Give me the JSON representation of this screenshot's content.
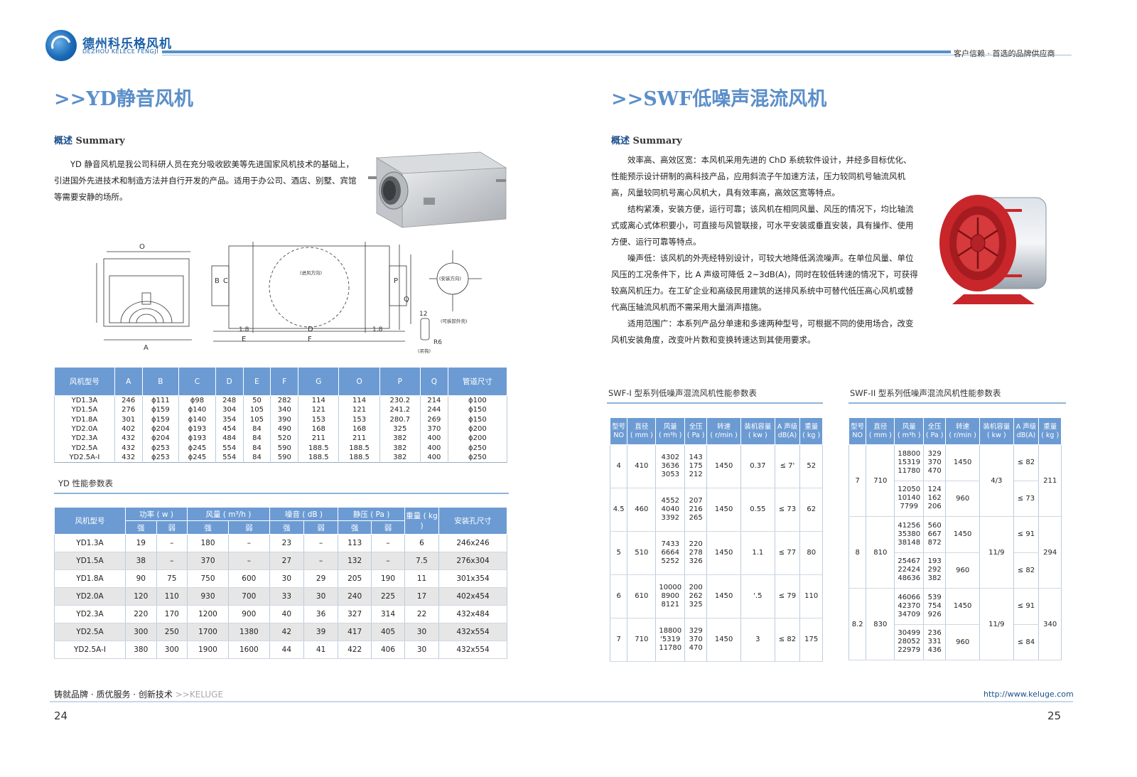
{
  "header": {
    "brand_cn": "德州科乐格风机",
    "brand_en": "DEZHOU KELECE FENGJI",
    "slogan": "客户信赖 · 首选的品牌供应商"
  },
  "left": {
    "title": ">>YD静音风机",
    "summary_cn": "概述",
    "summary_en": "Summary",
    "para": "YD 静音风机是我公司科研人员在充分吸收欧美等先进国家风机技术的基础上，引进国外先进技术和制造方法并自行开发的产品。适用于办公司、酒店、别墅、宾馆等需要安静的场所。",
    "dims_table": {
      "headers": [
        "风机型号",
        "A",
        "B",
        "C",
        "D",
        "E",
        "F",
        "G",
        "O",
        "P",
        "Q",
        "管道尺寸"
      ],
      "rows": [
        [
          "YD1.3A",
          "246",
          "ϕ111",
          "ϕ98",
          "248",
          "50",
          "282",
          "114",
          "114",
          "230.2",
          "214",
          "ϕ100"
        ],
        [
          "YD1.5A",
          "276",
          "ϕ159",
          "ϕ140",
          "304",
          "105",
          "340",
          "121",
          "121",
          "241.2",
          "244",
          "ϕ150"
        ],
        [
          "YD1.8A",
          "301",
          "ϕ159",
          "ϕ140",
          "354",
          "105",
          "390",
          "153",
          "153",
          "280.7",
          "269",
          "ϕ150"
        ],
        [
          "YD2.0A",
          "402",
          "ϕ204",
          "ϕ193",
          "454",
          "84",
          "490",
          "168",
          "168",
          "325",
          "370",
          "ϕ200"
        ],
        [
          "YD2.3A",
          "432",
          "ϕ204",
          "ϕ193",
          "484",
          "84",
          "520",
          "211",
          "211",
          "382",
          "400",
          "ϕ200"
        ],
        [
          "YD2.5A",
          "432",
          "ϕ253",
          "ϕ245",
          "554",
          "84",
          "590",
          "188.5",
          "188.5",
          "382",
          "400",
          "ϕ250"
        ],
        [
          "YD2.5A-I",
          "432",
          "ϕ253",
          "ϕ245",
          "554",
          "84",
          "590",
          "188.5",
          "188.5",
          "382",
          "400",
          "ϕ250"
        ]
      ]
    },
    "perf_caption": "YD 性能参数表",
    "perf_table": {
      "h_model": "风机型号",
      "h_power": "功率 ( w )",
      "h_flow": "风量 ( m³/h )",
      "h_noise": "噪音 ( dB )",
      "h_pressure": "静压 ( Pa )",
      "h_weight": "重量 ( kg )",
      "h_hole": "安装孔尺寸",
      "strong": "强",
      "weak": "弱",
      "rows": [
        [
          "YD1.3A",
          "19",
          "–",
          "180",
          "–",
          "23",
          "–",
          "113",
          "–",
          "6",
          "246x246"
        ],
        [
          "YD1.5A",
          "38",
          "–",
          "370",
          "–",
          "27",
          "–",
          "132",
          "–",
          "7.5",
          "276x304"
        ],
        [
          "YD1.8A",
          "90",
          "75",
          "750",
          "600",
          "30",
          "29",
          "205",
          "190",
          "11",
          "301x354"
        ],
        [
          "YD2.0A",
          "120",
          "110",
          "930",
          "700",
          "33",
          "30",
          "240",
          "225",
          "17",
          "402x454"
        ],
        [
          "YD2.3A",
          "220",
          "170",
          "1200",
          "900",
          "40",
          "36",
          "327",
          "314",
          "22",
          "432x484"
        ],
        [
          "YD2.5A",
          "300",
          "250",
          "1700",
          "1380",
          "42",
          "39",
          "417",
          "405",
          "30",
          "432x554"
        ],
        [
          "YD2.5A-I",
          "380",
          "300",
          "1900",
          "1600",
          "44",
          "41",
          "422",
          "406",
          "30",
          "432x554"
        ]
      ]
    },
    "drawing_labels": {
      "O": "O",
      "A": "A",
      "B": "B",
      "C": "C",
      "D": "D",
      "E": "E",
      "F": "F",
      "P": "P",
      "Q": "Q",
      "d18": "1.8",
      "d12": "12",
      "r6": "R6",
      "flow_dir": "(进风方向)",
      "install_dir": "(安装方向)",
      "removable": "(可拆卸外壳)",
      "hanger": "(吊钩)"
    }
  },
  "right": {
    "title": ">>SWF低噪声混流风机",
    "summary_cn": "概述",
    "summary_en": "Summary",
    "paras": [
      "效率高、高效区宽：本风机采用先进的 ChD 系统软件设计，并经多目标优化、性能预示设计研制的高科技产品，应用斜流子午加速方法，压力较同机号轴流风机高，风量较同机号离心风机大，具有效率高，高效区宽等特点。",
      "结构紧凑，安装方便，运行可靠；该风机在相同风量、风压的情况下，均比轴流式或离心式体积要小，可直接与风管联接，可水平安装或垂直安装，具有操作、使用方便、运行可靠等特点。",
      "噪声低：该风机的外壳经特别设计，可较大地降低涡流噪声。在单位风量、单位风压的工况条件下，比 A 声级可降低 2~3dB(A)，同时在较低转速的情况下，可获得较高风机压力。在工矿企业和高级民用建筑的送排风系统中可替代低压高心风机或替代高压轴流风机而不需采用大量消声措施。",
      "适用范围广：本系列产品分单速和多速两种型号，可根据不同的使用场合，改变风机安装角度，改变叶片数和变换转速达到其使用要求。"
    ],
    "swf1_caption": "SWF-I 型系列低噪声混流风机性能参数表",
    "swf2_caption": "SWF-II 型系列低噪声混流风机性能参数表",
    "swf_headers": [
      "型号\nNO",
      "直径\n( mm )",
      "风量\n( m³h )",
      "全压\n( Pa )",
      "转速\n( r/min )",
      "装机容量\n( kw )",
      "A 声级\ndB(A)",
      "重量\n( kg )"
    ],
    "swf1_rows": [
      [
        "4",
        "410",
        "4302\n3636\n3053",
        "143\n175\n212",
        "1450",
        "0.37",
        "≤ 7'",
        "52"
      ],
      [
        "4.5",
        "460",
        "4552\n4040\n3392",
        "207\n216\n265",
        "1450",
        "0.55",
        "≤ 73",
        "62"
      ],
      [
        "5",
        "510",
        "7433\n6664\n5252",
        "220\n278\n326",
        "1450",
        "1.1",
        "≤ 77",
        "80"
      ],
      [
        "6",
        "610",
        "10000\n8900\n8121",
        "200\n262\n325",
        "1450",
        "'.5",
        "≤ 79",
        "110"
      ],
      [
        "7",
        "710",
        "18800\n'5319\n11780",
        "329\n370\n470",
        "1450",
        "3",
        "≤ 82",
        "175"
      ]
    ],
    "swf2_groups": [
      {
        "no": "7",
        "dia": "710",
        "kw": "4/3",
        "weight": "211",
        "sub": [
          {
            "flow": "18800\n15319\n11780",
            "pa": "329\n370\n470",
            "rpm": "1450",
            "db": "≤ 82"
          },
          {
            "flow": "12050\n10140\n7799",
            "pa": "124\n162\n206",
            "rpm": "960",
            "db": "≤ 73"
          }
        ]
      },
      {
        "no": "8",
        "dia": "810",
        "kw": "11/9",
        "weight": "294",
        "sub": [
          {
            "flow": "41256\n35380\n38148",
            "pa": "560\n667\n872",
            "rpm": "1450",
            "db": "≤ 91"
          },
          {
            "flow": "25467\n22424\n48636",
            "pa": "193\n292\n382",
            "rpm": "960",
            "db": "≤ 82"
          }
        ]
      },
      {
        "no": "8.2",
        "dia": "830",
        "kw": "11/9",
        "weight": "340",
        "sub": [
          {
            "flow": "46066\n42370\n34709",
            "pa": "539\n754\n926",
            "rpm": "1450",
            "db": "≤ 91"
          },
          {
            "flow": "30499\n28052\n22979",
            "pa": "236\n331\n436",
            "rpm": "960",
            "db": "≤ 84"
          }
        ]
      }
    ]
  },
  "footer": {
    "left_text": "铸就品牌 · 质优服务 · 创新技术",
    "left_gray": ">>KELUGE",
    "url": "http://www.keluge.com",
    "page_left": "24",
    "page_right": "25"
  },
  "colors": {
    "accent": "#6c9bd3",
    "title": "#5b8fc9",
    "fan_red": "#c8262a"
  }
}
